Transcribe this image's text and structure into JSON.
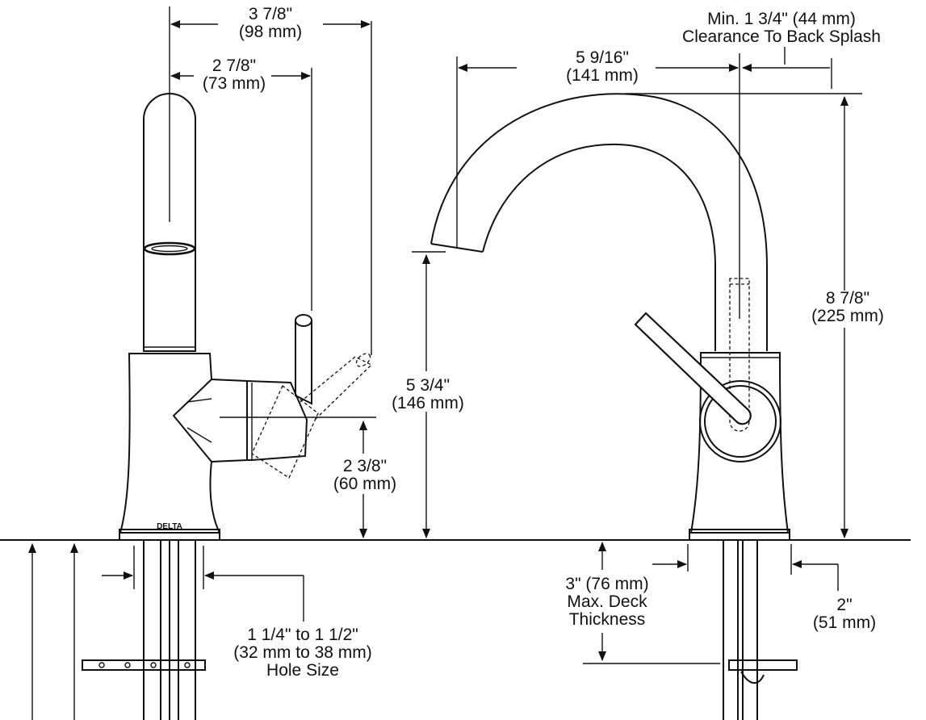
{
  "brand": "DELTA",
  "dimensions": {
    "overall_depth": {
      "imperial": "3 7/8\"",
      "metric": "(98 mm)"
    },
    "handle_depth": {
      "imperial": "2 7/8\"",
      "metric": "(73 mm)"
    },
    "handle_height": {
      "imperial": "2 3/8\"",
      "metric": "(60 mm)"
    },
    "spout_height": {
      "imperial": "5 3/4\"",
      "metric": "(146 mm)"
    },
    "hole_size": {
      "line1": "1 1/4\" to 1 1/2\"",
      "line2": "(32 mm to 38 mm)",
      "line3": "Hole Size"
    },
    "spout_reach": {
      "imperial": "5 9/16\"",
      "metric": "(141 mm)"
    },
    "backsplash": {
      "line1": "Min. 1 3/4\" (44 mm)",
      "line2": "Clearance To Back Splash"
    },
    "overall_height": {
      "imperial": "8 7/8\"",
      "metric": "(225 mm)"
    },
    "deck_thickness": {
      "line1": "3\" (76 mm)",
      "line2": "Max. Deck",
      "line3": "Thickness"
    },
    "base_diameter": {
      "imperial": "2\"",
      "metric": "(51 mm)"
    }
  }
}
